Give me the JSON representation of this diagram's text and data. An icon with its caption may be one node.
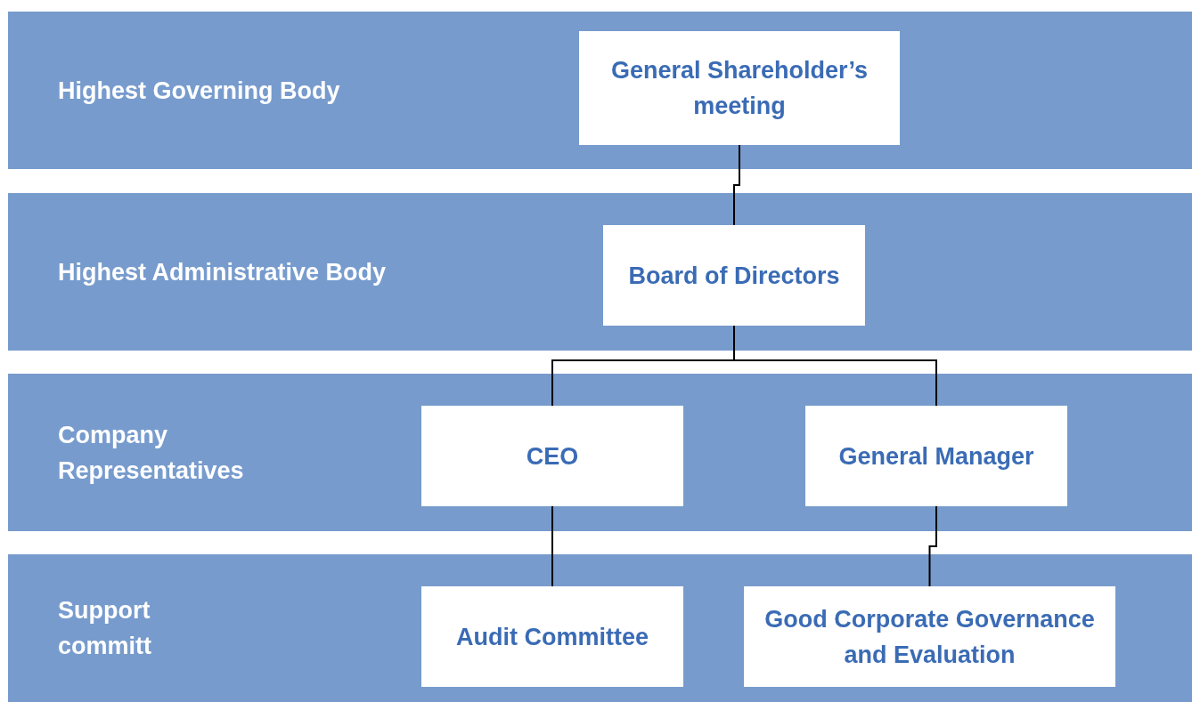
{
  "diagram": {
    "nodes": [
      {
        "text": [
          "Highest Governing Body"
        ]
      },
      {
        "text": [
          "General Shareholder’s meeting"
        ],
        "in": 0
      },
      {
        "text": [
          "Highest Administrative Body"
        ]
      },
      {
        "text": [
          "Board of Directors"
        ],
        "in": 2
      },
      {
        "text": [
          "Company Representatives"
        ]
      },
      {
        "text": [
          "CEO"
        ],
        "in": 4
      },
      {
        "text": [
          "General Manager"
        ],
        "in": 4
      },
      {
        "text": [
          "Support committ"
        ]
      },
      {
        "text": [
          "Audit Committee"
        ],
        "in": 7
      },
      {
        "text": [
          "Good Corporate Governance and Evaluation"
        ],
        "in": 7
      }
    ],
    "edges": [
      {
        "from": 1,
        "to": 3,
        "arrow": "none"
      },
      {
        "from": 3,
        "to": 5,
        "arrow": "none"
      },
      {
        "from": 3,
        "to": 6,
        "arrow": "none"
      },
      {
        "from": 5,
        "to": 8,
        "arrow": "none"
      },
      {
        "from": 6,
        "to": 9,
        "arrow": "none"
      }
    ]
  }
}
